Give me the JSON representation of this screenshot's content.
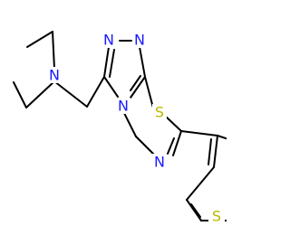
{
  "colors": {
    "bond": "#000000",
    "nitrogen": "#1a1aff",
    "sulfur": "#b8b800",
    "background": "#ffffff"
  },
  "atoms": {
    "amine_n": "N",
    "triazole_n1": "N",
    "triazole_n2": "N",
    "bridge_n": "N",
    "thiadiazole_n": "N",
    "thiadiazole_s": "S",
    "thiophene_s": "S"
  }
}
